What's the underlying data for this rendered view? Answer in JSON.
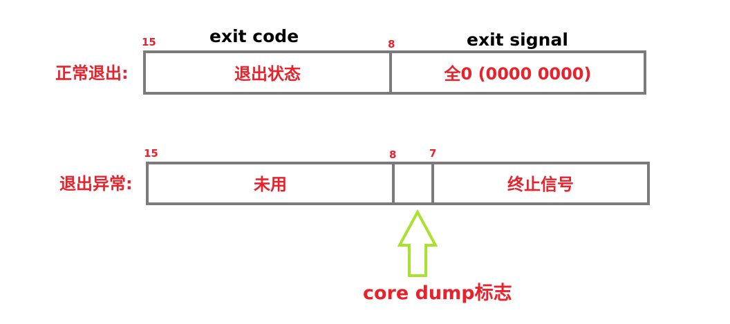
{
  "headers": {
    "exit_code": "exit code",
    "exit_signal": "exit signal"
  },
  "normal_exit": {
    "label": "正常退出:",
    "bit_15": "15",
    "bit_8": "8",
    "left_cell": "退出状态",
    "right_cell": "全0 (0000 0000)"
  },
  "abnormal_exit": {
    "label": "退出异常:",
    "bit_15": "15",
    "bit_8": "8",
    "bit_7": "7",
    "left_cell": "未用",
    "right_cell": "终止信号"
  },
  "core_dump": {
    "caption": "core dump标志"
  },
  "colors": {
    "text_red": "#e8212b",
    "box_border": "#7a7a7a",
    "arrow": "#a6e22e",
    "header_text": "#000000"
  },
  "icons": {
    "arrow": "arrow-up-icon"
  }
}
